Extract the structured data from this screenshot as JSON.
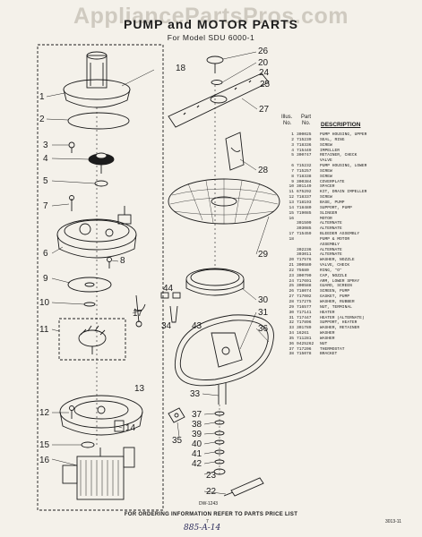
{
  "watermark": "AppliancePartsPros.com",
  "header": {
    "title": "PUMP and MOTOR PARTS",
    "subtitle": "For Model SDU 6000-1"
  },
  "parts_list": {
    "head_illus": "Illus.",
    "head_no": "No.",
    "head_part": "Part",
    "head_partno": "No.",
    "head_desc": "DESCRIPTION",
    "rows": [
      {
        "no": "1",
        "part": "300025",
        "desc": "PUMP HOUSING, UPPER"
      },
      {
        "no": "2",
        "part": "715239",
        "desc": "SEAL, RING"
      },
      {
        "no": "3",
        "part": "718336",
        "desc": "SCREW"
      },
      {
        "no": "4",
        "part": "715449",
        "desc": "IMPELLER"
      },
      {
        "no": "5",
        "part": "300747",
        "desc": "RETAINER, CHECK"
      },
      {
        "no": "",
        "part": "",
        "desc": "VALVE"
      },
      {
        "no": "6",
        "part": "715232",
        "desc": "PUMP HOUSING, LOWER"
      },
      {
        "no": "7",
        "part": "715257",
        "desc": "SCREW"
      },
      {
        "no": "8",
        "part": "718338",
        "desc": "SCREW"
      },
      {
        "no": "9",
        "part": "300384",
        "desc": "COVERPLATE"
      },
      {
        "no": "10",
        "part": "301149",
        "desc": "SPACER"
      },
      {
        "no": "11",
        "part": "675292",
        "desc": "KIT, DRAIN IMPELLER"
      },
      {
        "no": "12",
        "part": "718337",
        "desc": "SCREW"
      },
      {
        "no": "13",
        "part": "718193",
        "desc": "BASE, PUMP"
      },
      {
        "no": "14",
        "part": "718480",
        "desc": "SUPPORT, PUMP"
      },
      {
        "no": "15",
        "part": "719085",
        "desc": "SLINGER"
      },
      {
        "no": "16",
        "part": "",
        "desc": "MOTOR"
      },
      {
        "no": "",
        "part": "301509",
        "desc": "ALTERNATE"
      },
      {
        "no": "",
        "part": "303085",
        "desc": "ALTERNATE"
      },
      {
        "no": "17",
        "part": "715459",
        "desc": "BLEEDER ASSEMBLY"
      },
      {
        "no": "18",
        "part": "",
        "desc": "PUMP & MOTOR"
      },
      {
        "no": "",
        "part": "",
        "desc": "ASSEMBLY"
      },
      {
        "no": "",
        "part": "302236",
        "desc": "ALTERNATE"
      },
      {
        "no": "",
        "part": "303011",
        "desc": "ALTERNATE"
      },
      {
        "no": "20",
        "part": "717576",
        "desc": "WASHER, NOZZLE"
      },
      {
        "no": "21",
        "part": "300580",
        "desc": "VALVE, CHECK"
      },
      {
        "no": "22",
        "part": "75680",
        "desc": "RING, \"O\""
      },
      {
        "no": "23",
        "part": "300790",
        "desc": "CAP, NOZZLE"
      },
      {
        "no": "24",
        "part": "717691",
        "desc": "ARM, LOWER SPRAY"
      },
      {
        "no": "25",
        "part": "300588",
        "desc": "GUARD, SCREEN"
      },
      {
        "no": "26",
        "part": "718074",
        "desc": "SCREEN, PUMP"
      },
      {
        "no": "27",
        "part": "717002",
        "desc": "GASKET, PUMP"
      },
      {
        "no": "28",
        "part": "717275",
        "desc": "WASHER, RUBBER"
      },
      {
        "no": "29",
        "part": "716577",
        "desc": "NUT, TERMINAL"
      },
      {
        "no": "30",
        "part": "717141",
        "desc": "HEATER"
      },
      {
        "no": "31",
        "part": "717447",
        "desc": "HEATER (ALTERNATE)"
      },
      {
        "no": "32",
        "part": "717896",
        "desc": "SUPPORT, HEATER"
      },
      {
        "no": "33",
        "part": "301789",
        "desc": "WASHER, RETAINER"
      },
      {
        "no": "34",
        "part": "16261",
        "desc": "WASHER"
      },
      {
        "no": "35",
        "part": "711281",
        "desc": "WASHER"
      },
      {
        "no": "36",
        "part": "9425262",
        "desc": "NUT"
      },
      {
        "no": "37",
        "part": "717206",
        "desc": "THERMOSTAT"
      },
      {
        "no": "38",
        "part": "715078",
        "desc": "BRACKET"
      }
    ]
  },
  "callouts": [
    "1",
    "2",
    "3",
    "4",
    "5",
    "6",
    "7",
    "8",
    "9",
    "10",
    "11",
    "12",
    "13",
    "14",
    "15",
    "16",
    "17",
    "18",
    "20",
    "22",
    "23",
    "24",
    "25",
    "26",
    "27",
    "28",
    "29",
    "30",
    "31",
    "33",
    "34",
    "35",
    "36",
    "37",
    "38",
    "39",
    "40",
    "41",
    "42",
    "43",
    "44"
  ],
  "footer_note": "FOR ORDERING INFORMATION REFER TO PARTS PRICE LIST",
  "drawing_code": "DW-1243",
  "page_number": "7",
  "form_code": "3013-11",
  "handwriting": "885-A-14"
}
